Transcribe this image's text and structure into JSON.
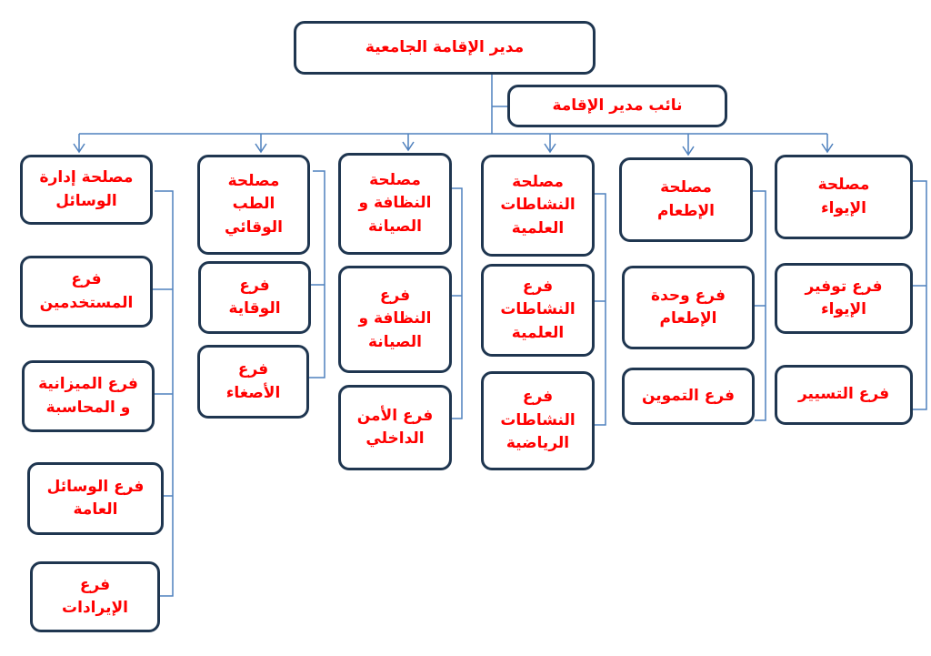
{
  "director": "مدير الإقامة الجامعية",
  "deputy": "نائب مدير الإقامة",
  "columns": [
    {
      "head": "مصلحة إدارة\nالوسائل",
      "branches": [
        "فرع\nالمستخدمين",
        "فرع الميزانية\nو المحاسبة",
        "فرع الوسائل\nالعامة",
        "فرع\nالإيرادات"
      ]
    },
    {
      "head": "مصلحة\nالطب\nالوقائي",
      "branches": [
        "فرع\nالوقاية",
        "فرع\nالأصغاء"
      ]
    },
    {
      "head": "مصلحة\nالنظافة و\nالصيانة",
      "branches": [
        "فرع\nالنظافة و\nالصيانة",
        "فرع الأمن\nالداخلي"
      ]
    },
    {
      "head": "مصلحة\nالنشاطات\nالعلمية",
      "branches": [
        "فرع\nالنشاطات\nالعلمية",
        "فرع\nالنشاطات\nالرياضية"
      ]
    },
    {
      "head": "مصلحة\nالإطعام",
      "branches": [
        "فرع وحدة\nالإطعام",
        "فرع التموين"
      ]
    },
    {
      "head": "مصلحة\nالإيواء",
      "branches": [
        "فرع توفير\nالإيواء",
        "فرع التسيير"
      ]
    }
  ],
  "colors": {
    "text": "#ff0000",
    "border": "#1f3650",
    "line": "#4f81bd"
  }
}
